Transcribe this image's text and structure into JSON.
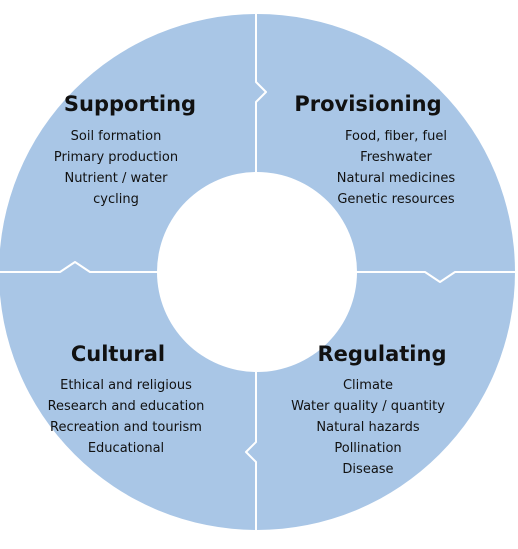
{
  "colors": {
    "ring_fill": "#a9c6e6",
    "ring_divider": "#ffffff",
    "text": "#111111",
    "background": "#ffffff"
  },
  "quadrants": {
    "supporting": {
      "title": "Supporting",
      "items": [
        "Soil formation",
        "Primary production",
        "Nutrient / water",
        "cycling"
      ]
    },
    "provisioning": {
      "title": "Provisioning",
      "items": [
        "Food, fiber, fuel",
        "Freshwater",
        "Natural medicines",
        "Genetic resources"
      ]
    },
    "cultural": {
      "title": "Cultural",
      "items": [
        "Ethical and religious",
        "Research and education",
        "Recreation and tourism",
        "Educational"
      ]
    },
    "regulating": {
      "title": "Regulating",
      "items": [
        "Climate",
        "Water quality / quantity",
        "Natural hazards",
        "Pollination",
        "Disease"
      ]
    }
  }
}
